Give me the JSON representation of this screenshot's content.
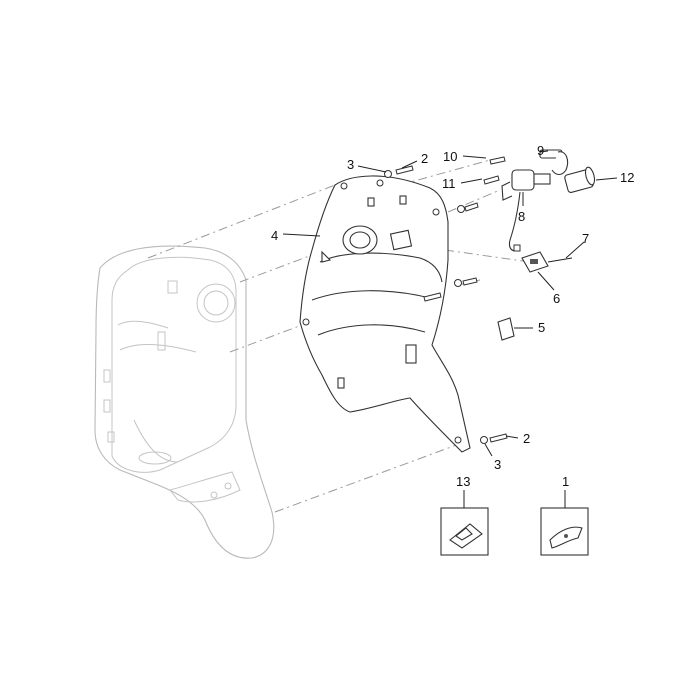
{
  "diagram": {
    "callouts": {
      "c1": "1",
      "c2a": "2",
      "c2b": "2",
      "c3a": "3",
      "c3b": "3",
      "c4": "4",
      "c5": "5",
      "c6": "6",
      "c7": "7",
      "c8": "8",
      "c9": "9",
      "c10": "10",
      "c11": "11",
      "c12": "12",
      "c13": "13"
    }
  }
}
